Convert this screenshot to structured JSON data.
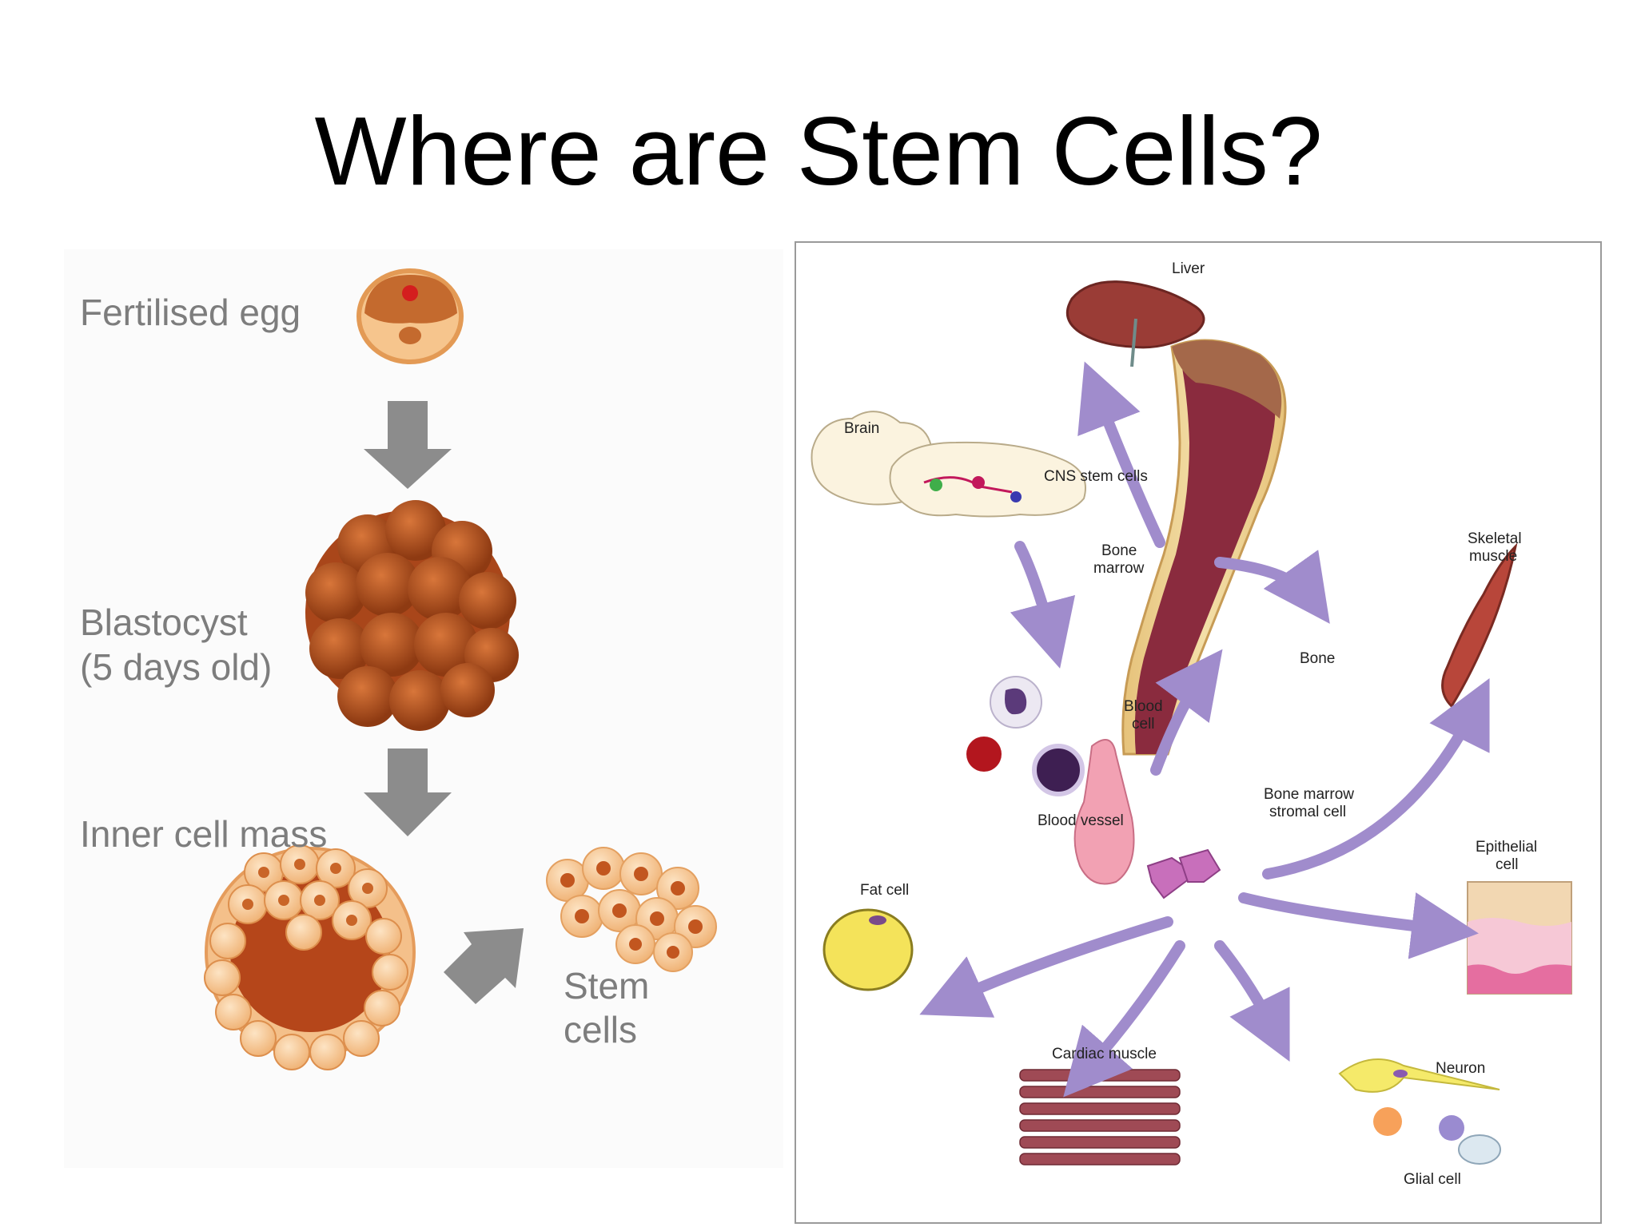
{
  "slide": {
    "title": "Where are Stem Cells?"
  },
  "left_diagram": {
    "labels": {
      "fertilised_egg": "Fertilised egg",
      "blastocyst_line1": "Blastocyst",
      "blastocyst_line2": "(5 days old)",
      "inner_cell_mass": "Inner cell mass",
      "stem_cells_line1": "Stem",
      "stem_cells_line2": "cells"
    }
  },
  "right_diagram": {
    "labels": {
      "liver": "Liver",
      "brain": "Brain",
      "cns_stem_cells": "CNS stem cells",
      "bone_marrow_line1": "Bone",
      "bone_marrow_line2": "marrow",
      "skeletal_muscle_line1": "Skeletal",
      "skeletal_muscle_line2": "muscle",
      "bone": "Bone",
      "blood_cell_line1": "Blood",
      "blood_cell_line2": "cell",
      "blood_vessel": "Blood vessel",
      "stromal_line1": "Bone marrow",
      "stromal_line2": "stromal cell",
      "epithelial_line1": "Epithelial",
      "epithelial_line2": "cell",
      "fat_cell": "Fat cell",
      "cardiac_muscle": "Cardiac muscle",
      "neuron": "Neuron",
      "glial_cell": "Glial cell"
    }
  },
  "colors": {
    "arrow_purple": "#a08ccc",
    "arrow_grey": "#8c8c8c",
    "cell_orange": "#c2561f",
    "bone_tan": "#c9a07a",
    "marrow_red": "#8a2b3e"
  }
}
